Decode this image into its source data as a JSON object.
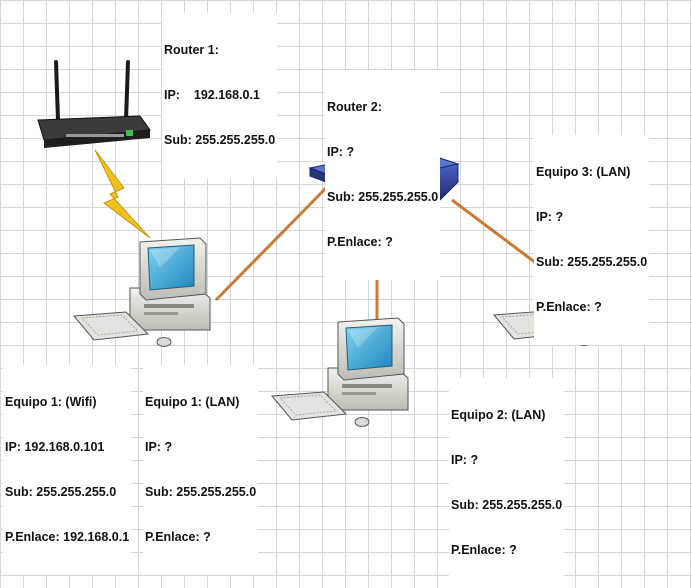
{
  "labels": {
    "router1": {
      "title": "Router 1:",
      "ip": "IP:    192.168.0.1",
      "sub": "Sub: 255.255.255.0"
    },
    "router2": {
      "title": "Router 2:",
      "ip": "IP: ?",
      "sub": "Sub: 255.255.255.0",
      "gateway": "P.Enlace: ?"
    },
    "pc3_lan": {
      "title": "Equipo 3: (LAN)",
      "ip": "IP: ?",
      "sub": "Sub: 255.255.255.0",
      "gateway": "P.Enlace: ?"
    },
    "pc1_wifi": {
      "title": "Equipo 1: (Wifi)",
      "ip": "IP: 192.168.0.101",
      "sub": "Sub: 255.255.255.0",
      "gateway": "P.Enlace: 192.168.0.1"
    },
    "pc1_lan": {
      "title": "Equipo 1: (LAN)",
      "ip": "IP: ?",
      "sub": "Sub: 255.255.255.0",
      "gateway": "P.Enlace: ?"
    },
    "pc2_lan": {
      "title": "Equipo 2: (LAN)",
      "ip": "IP: ?",
      "sub": "Sub: 255.255.255.0",
      "gateway": "P.Enlace: ?"
    }
  },
  "colors": {
    "cable": "#c87a36",
    "wifi": "#f2c21a",
    "switch": "#2b3f96",
    "monitor_screen": "#35a9d6"
  },
  "icons": [
    "wifi-router-icon",
    "network-switch-icon",
    "computer-icon",
    "wifi-bolt-icon"
  ]
}
